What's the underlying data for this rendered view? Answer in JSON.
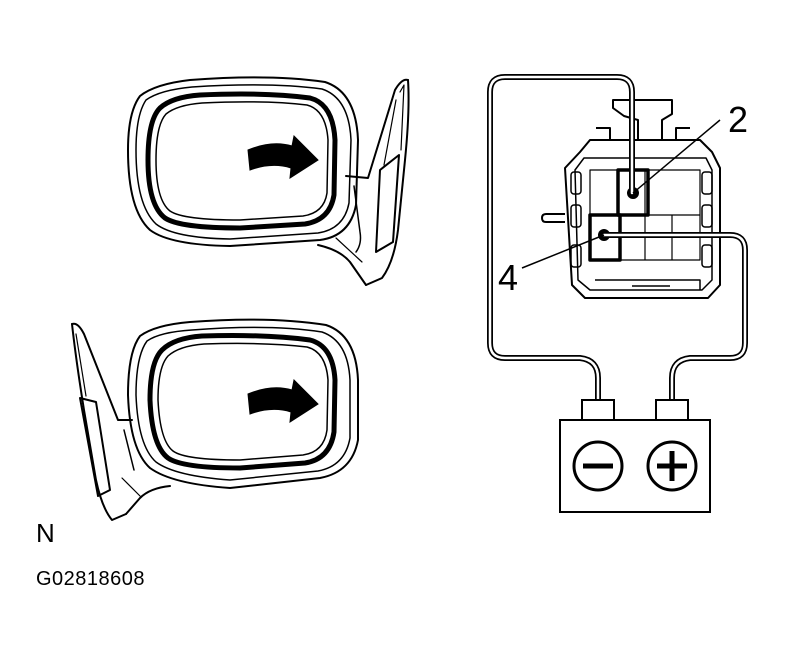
{
  "labels": {
    "terminal_top": "2",
    "terminal_bottom": "4"
  },
  "battery": {
    "negative_symbol": "−",
    "positive_symbol": "+"
  },
  "icons": {
    "arrow_top": "curved-arrow-right-icon",
    "arrow_bottom": "curved-arrow-right-icon"
  },
  "caption": {
    "view": "N",
    "figure_code": "G02818608"
  }
}
